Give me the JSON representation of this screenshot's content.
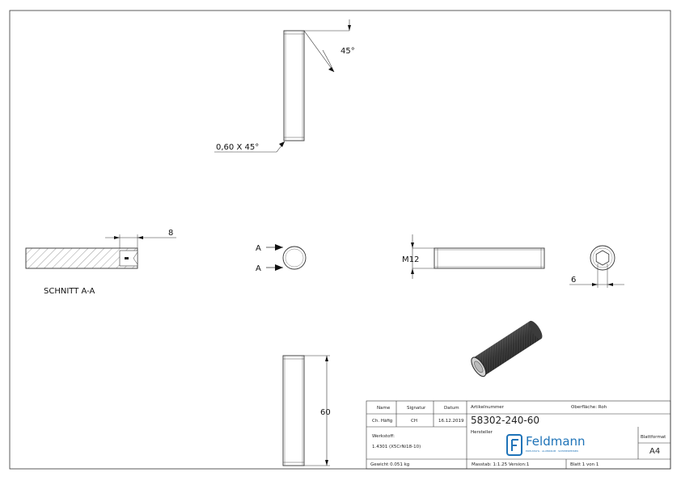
{
  "drawing": {
    "chamfer_callout": "0,60 X 45°",
    "angle_label": "45°",
    "section_dim": "8",
    "section_label": "SCHNITT A-A",
    "section_marker": "A",
    "thread_label": "M12",
    "hex_dim": "6",
    "length_dim": "60"
  },
  "title_block": {
    "name_header": "Name",
    "signatur_header": "Signatur",
    "datum_header": "Datum",
    "name_value": "Ch. Häfig",
    "signatur_value": "CH",
    "datum_value": "16.12.2019",
    "artikel_label": "Artikelnummer",
    "oberflaeche_label": "Oberfläche:  Roh",
    "artikel_value": "58302-240-60",
    "werkstoff_label": "Werkstoff:",
    "werkstoff_value": "1.4301 (X5CrNi18-10)",
    "hersteller_label": "Hersteller",
    "logo_text": "Feldmann",
    "logo_tagline": "EDELSTAHL · ALUMINIUM · SCHMIEDEEISEN",
    "blattformat_label": "Blattformat",
    "blattformat_value": "A4",
    "gewicht": "Gewicht 0.051 kg",
    "massstab": "Masstab: 1:1.25   Version:1",
    "blatt": "Blatt 1 von 1"
  }
}
